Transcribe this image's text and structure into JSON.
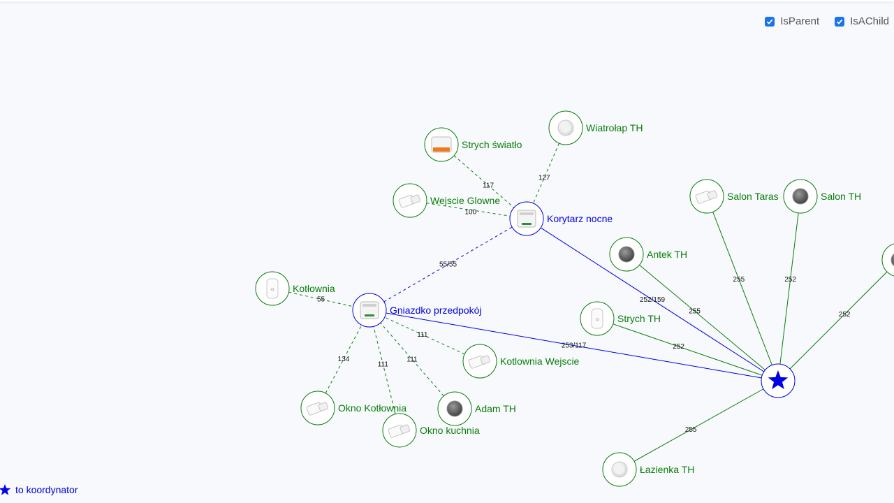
{
  "filters": [
    {
      "label": "IsParent",
      "checked": true
    },
    {
      "label": "IsAChild",
      "checked": true
    }
  ],
  "legend": {
    "label": "to koordynator",
    "icon": "star-icon"
  },
  "colors": {
    "router": "#0000e0",
    "end_device": "#0a7d0a",
    "edge_label": "#111111",
    "checkbox": "#1a73e8"
  },
  "nodes": [
    {
      "id": "coord",
      "label": "",
      "kind": "coordinator",
      "icon": "star-icon"
    },
    {
      "id": "korytarz",
      "label": "Korytarz nocne",
      "kind": "router",
      "icon": "smart-switch-icon"
    },
    {
      "id": "gniazdko",
      "label": "Gniazdko przedpokój",
      "kind": "router",
      "icon": "smart-switch-icon"
    },
    {
      "id": "strych_swiatlo",
      "label": "Strych światło",
      "kind": "end",
      "icon": "relay-module-icon"
    },
    {
      "id": "wiatrolap",
      "label": "Wiatrołap TH",
      "kind": "end",
      "icon": "round-sensor-icon"
    },
    {
      "id": "wejscie",
      "label": "Wejscie Glowne",
      "kind": "end",
      "icon": "door-sensor-icon"
    },
    {
      "id": "salon_taras",
      "label": "Salon Taras",
      "kind": "end",
      "icon": "door-sensor-icon"
    },
    {
      "id": "salon_th",
      "label": "Salon TH",
      "kind": "end",
      "icon": "round-sensor-icon"
    },
    {
      "id": "antek",
      "label": "Antek TH",
      "kind": "end",
      "icon": "round-sensor-icon"
    },
    {
      "id": "kotlownia",
      "label": "Kotłownia",
      "kind": "end",
      "icon": "th-sensor-icon"
    },
    {
      "id": "strych_th",
      "label": "Strych TH",
      "kind": "end",
      "icon": "th-sensor-icon"
    },
    {
      "id": "kotlownia_wejscie",
      "label": "Kotlownia Wejscie",
      "kind": "end",
      "icon": "door-sensor-icon"
    },
    {
      "id": "okno_kotlownia",
      "label": "Okno Kotłownia",
      "kind": "end",
      "icon": "door-sensor-icon"
    },
    {
      "id": "adam",
      "label": "Adam TH",
      "kind": "end",
      "icon": "round-sensor-icon"
    },
    {
      "id": "okno_kuchnia",
      "label": "Okno kuchnia",
      "kind": "end",
      "icon": "door-sensor-icon"
    },
    {
      "id": "lazienka",
      "label": "Łazienka TH",
      "kind": "end",
      "icon": "round-sensor-icon"
    },
    {
      "id": "offscreen",
      "label": "",
      "kind": "end",
      "icon": "round-sensor-icon"
    }
  ],
  "edges": [
    {
      "from": "strych_swiatlo",
      "to": "korytarz",
      "label": "117",
      "style": "dashed",
      "kind": "end"
    },
    {
      "from": "wiatrolap",
      "to": "korytarz",
      "label": "127",
      "style": "dashed",
      "kind": "end"
    },
    {
      "from": "wejscie",
      "to": "korytarz",
      "label": "100",
      "style": "dashed",
      "kind": "end"
    },
    {
      "from": "gniazdko",
      "to": "korytarz",
      "label": "55/55",
      "style": "dashed",
      "kind": "router"
    },
    {
      "from": "korytarz",
      "to": "coord",
      "label": "252/159",
      "style": "solid",
      "kind": "router"
    },
    {
      "from": "gniazdko",
      "to": "coord",
      "label": "253/117",
      "style": "solid",
      "kind": "router"
    },
    {
      "from": "kotlownia",
      "to": "gniazdko",
      "label": "55",
      "style": "dashed",
      "kind": "end"
    },
    {
      "from": "kotlownia_wejscie",
      "to": "gniazdko",
      "label": "111",
      "style": "dashed",
      "kind": "end"
    },
    {
      "from": "okno_kotlownia",
      "to": "gniazdko",
      "label": "134",
      "style": "dashed",
      "kind": "end"
    },
    {
      "from": "okno_kuchnia",
      "to": "gniazdko",
      "label": "111",
      "style": "dashed",
      "kind": "end"
    },
    {
      "from": "adam",
      "to": "gniazdko",
      "label": "111",
      "style": "dashed",
      "kind": "end"
    },
    {
      "from": "salon_taras",
      "to": "coord",
      "label": "255",
      "style": "solid",
      "kind": "end"
    },
    {
      "from": "salon_th",
      "to": "coord",
      "label": "252",
      "style": "solid",
      "kind": "end"
    },
    {
      "from": "antek",
      "to": "coord",
      "label": "255",
      "style": "solid",
      "kind": "end"
    },
    {
      "from": "strych_th",
      "to": "coord",
      "label": "252",
      "style": "solid",
      "kind": "end"
    },
    {
      "from": "lazienka",
      "to": "coord",
      "label": "255",
      "style": "solid",
      "kind": "end"
    },
    {
      "from": "offscreen",
      "to": "coord",
      "label": "252",
      "style": "solid",
      "kind": "end"
    }
  ]
}
